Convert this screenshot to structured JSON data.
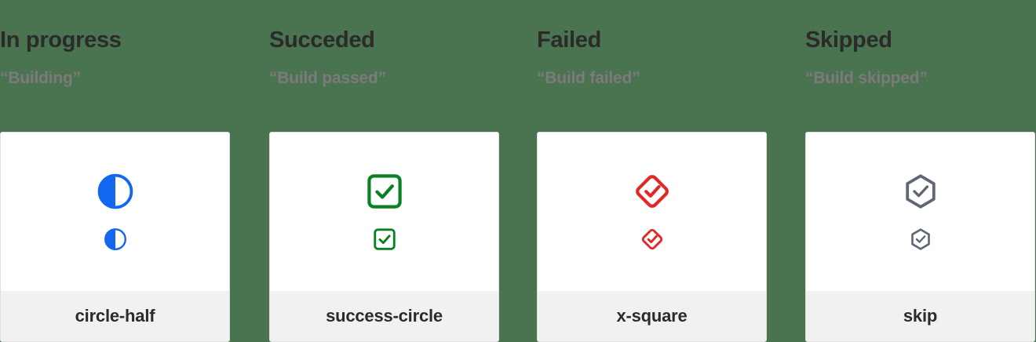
{
  "page": {
    "background_color": "#4a7350",
    "card_background": "#ffffff",
    "card_footer_background": "#f1f1f1",
    "heading_color": "#2b2b2b",
    "subtitle_color": "#7b7b7b"
  },
  "columns": [
    {
      "heading": "In progress",
      "subtitle": "“Building”",
      "icon_name": "circle-half-icon",
      "icon_label": "circle-half",
      "icon_color": "#1366f0"
    },
    {
      "heading": "Succeded",
      "subtitle": "“Build passed”",
      "icon_name": "success-circle-icon",
      "icon_label": "success-circle",
      "icon_color": "#0a8024"
    },
    {
      "heading": "Failed",
      "subtitle": "“Build failed”",
      "icon_name": "x-square-icon",
      "icon_label": "x-square",
      "icon_color": "#e32727"
    },
    {
      "heading": "Skipped",
      "subtitle": "“Build skipped”",
      "icon_name": "skip-icon",
      "icon_label": "skip",
      "icon_color": "#5f6676"
    }
  ]
}
